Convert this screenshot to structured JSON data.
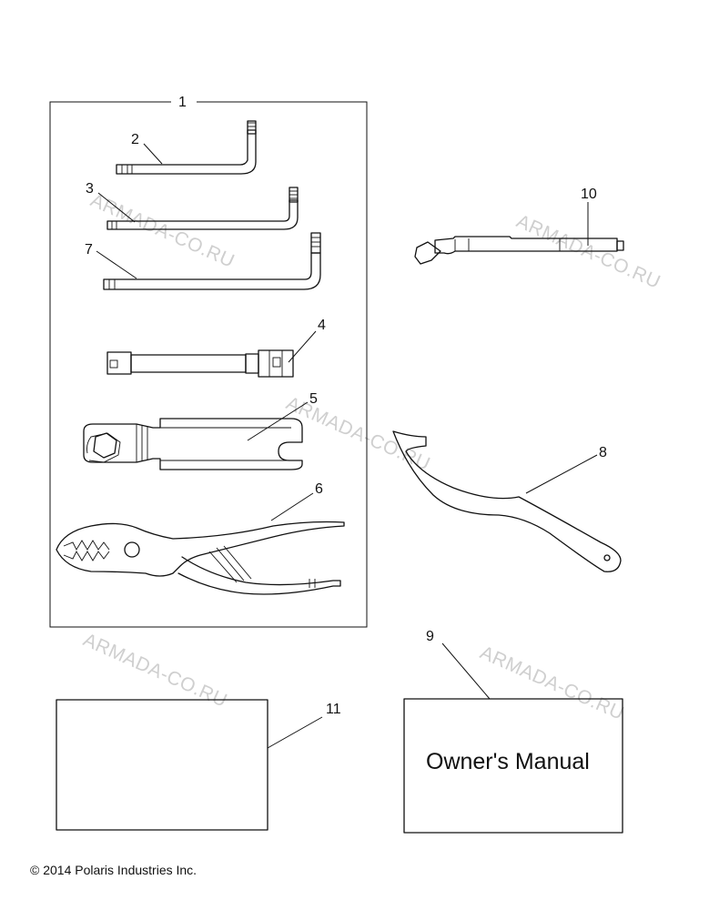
{
  "callouts": {
    "c1": "1",
    "c2": "2",
    "c3": "3",
    "c4": "4",
    "c5": "5",
    "c6": "6",
    "c7": "7",
    "c8": "8",
    "c9": "9",
    "c10": "10",
    "c11": "11"
  },
  "watermark": "ARMADA-CO.RU",
  "manual_label": "Owner's Manual",
  "copyright": "© 2014 Polaris Industries Inc.",
  "icons": [
    "hex-key-icon",
    "socket-extension-icon",
    "wrench-icon",
    "pliers-icon",
    "spanner-wrench-icon",
    "spark-plug-tool-icon",
    "booklet-icon"
  ]
}
